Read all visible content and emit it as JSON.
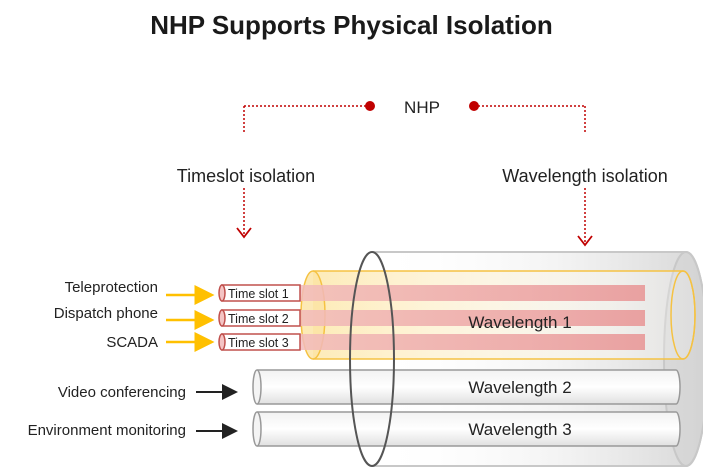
{
  "title": "NHP Supports Physical Isolation",
  "root_label": "NHP",
  "branches": {
    "left": "Timeslot isolation",
    "right": "Wavelength isolation"
  },
  "services_timeslot": [
    "Teleprotection",
    "Dispatch phone",
    "SCADA"
  ],
  "timeslots": [
    "Time slot 1",
    "Time slot 2",
    "Time slot 3"
  ],
  "wavelengths": [
    "Wavelength 1",
    "Wavelength 2",
    "Wavelength 3"
  ],
  "services_wavelength": [
    "Video conferencing",
    "Environment monitoring"
  ],
  "colors": {
    "accent_red": "#c00000",
    "yellow_arrow": "#ffc000",
    "timeslot_fill": "#f2b8b8",
    "timeslot_border": "#c0504d",
    "wavelength1_border": "#f5c242"
  }
}
